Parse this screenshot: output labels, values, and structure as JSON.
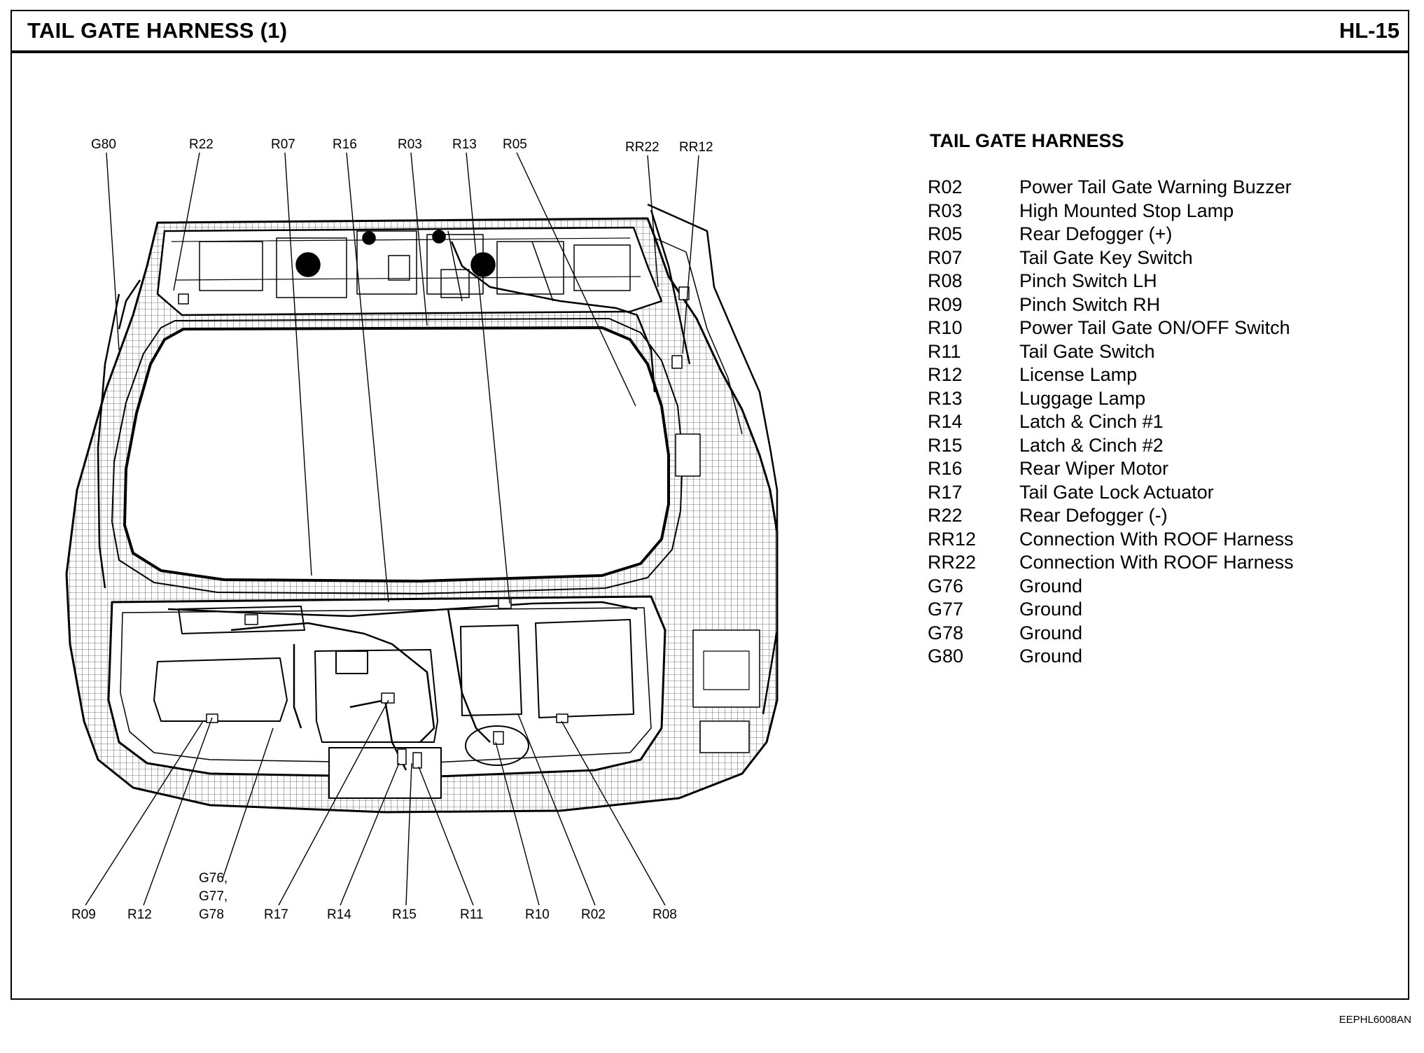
{
  "header": {
    "title": "TAIL GATE HARNESS (1)",
    "page_code": "HL-15"
  },
  "diagram": {
    "top_callouts": [
      "G80",
      "R22",
      "R07",
      "R16",
      "R03",
      "R13",
      "R05",
      "RR22",
      "RR12"
    ],
    "bottom_callouts": [
      "R09",
      "R12",
      "G76,",
      "G77,",
      "G78",
      "R17",
      "R14",
      "R15",
      "R11",
      "R10",
      "R02",
      "R08"
    ]
  },
  "legend": {
    "title": "TAIL GATE HARNESS",
    "items": [
      {
        "code": "R02",
        "desc": "Power Tail Gate Warning Buzzer"
      },
      {
        "code": "R03",
        "desc": "High Mounted Stop Lamp"
      },
      {
        "code": "R05",
        "desc": "Rear Defogger (+)"
      },
      {
        "code": "R07",
        "desc": "Tail Gate Key Switch"
      },
      {
        "code": "R08",
        "desc": "Pinch Switch LH"
      },
      {
        "code": "R09",
        "desc": "Pinch Switch RH"
      },
      {
        "code": "R10",
        "desc": "Power Tail Gate ON/OFF Switch"
      },
      {
        "code": "R11",
        "desc": "Tail Gate Switch"
      },
      {
        "code": "R12",
        "desc": "License Lamp"
      },
      {
        "code": "R13",
        "desc": "Luggage Lamp"
      },
      {
        "code": "R14",
        "desc": "Latch & Cinch #1"
      },
      {
        "code": "R15",
        "desc": "Latch & Cinch #2"
      },
      {
        "code": "R16",
        "desc": "Rear Wiper Motor"
      },
      {
        "code": "R17",
        "desc": "Tail Gate Lock Actuator"
      },
      {
        "code": "R22",
        "desc": "Rear Defogger (-)"
      },
      {
        "code": "RR12",
        "desc": "Connection With ROOF Harness"
      },
      {
        "code": "RR22",
        "desc": "Connection With ROOF Harness"
      },
      {
        "code": "G76",
        "desc": "Ground"
      },
      {
        "code": "G77",
        "desc": "Ground"
      },
      {
        "code": "G78",
        "desc": "Ground"
      },
      {
        "code": "G80",
        "desc": "Ground"
      }
    ]
  },
  "footer": {
    "image_code": "EEPHL6008AN"
  }
}
